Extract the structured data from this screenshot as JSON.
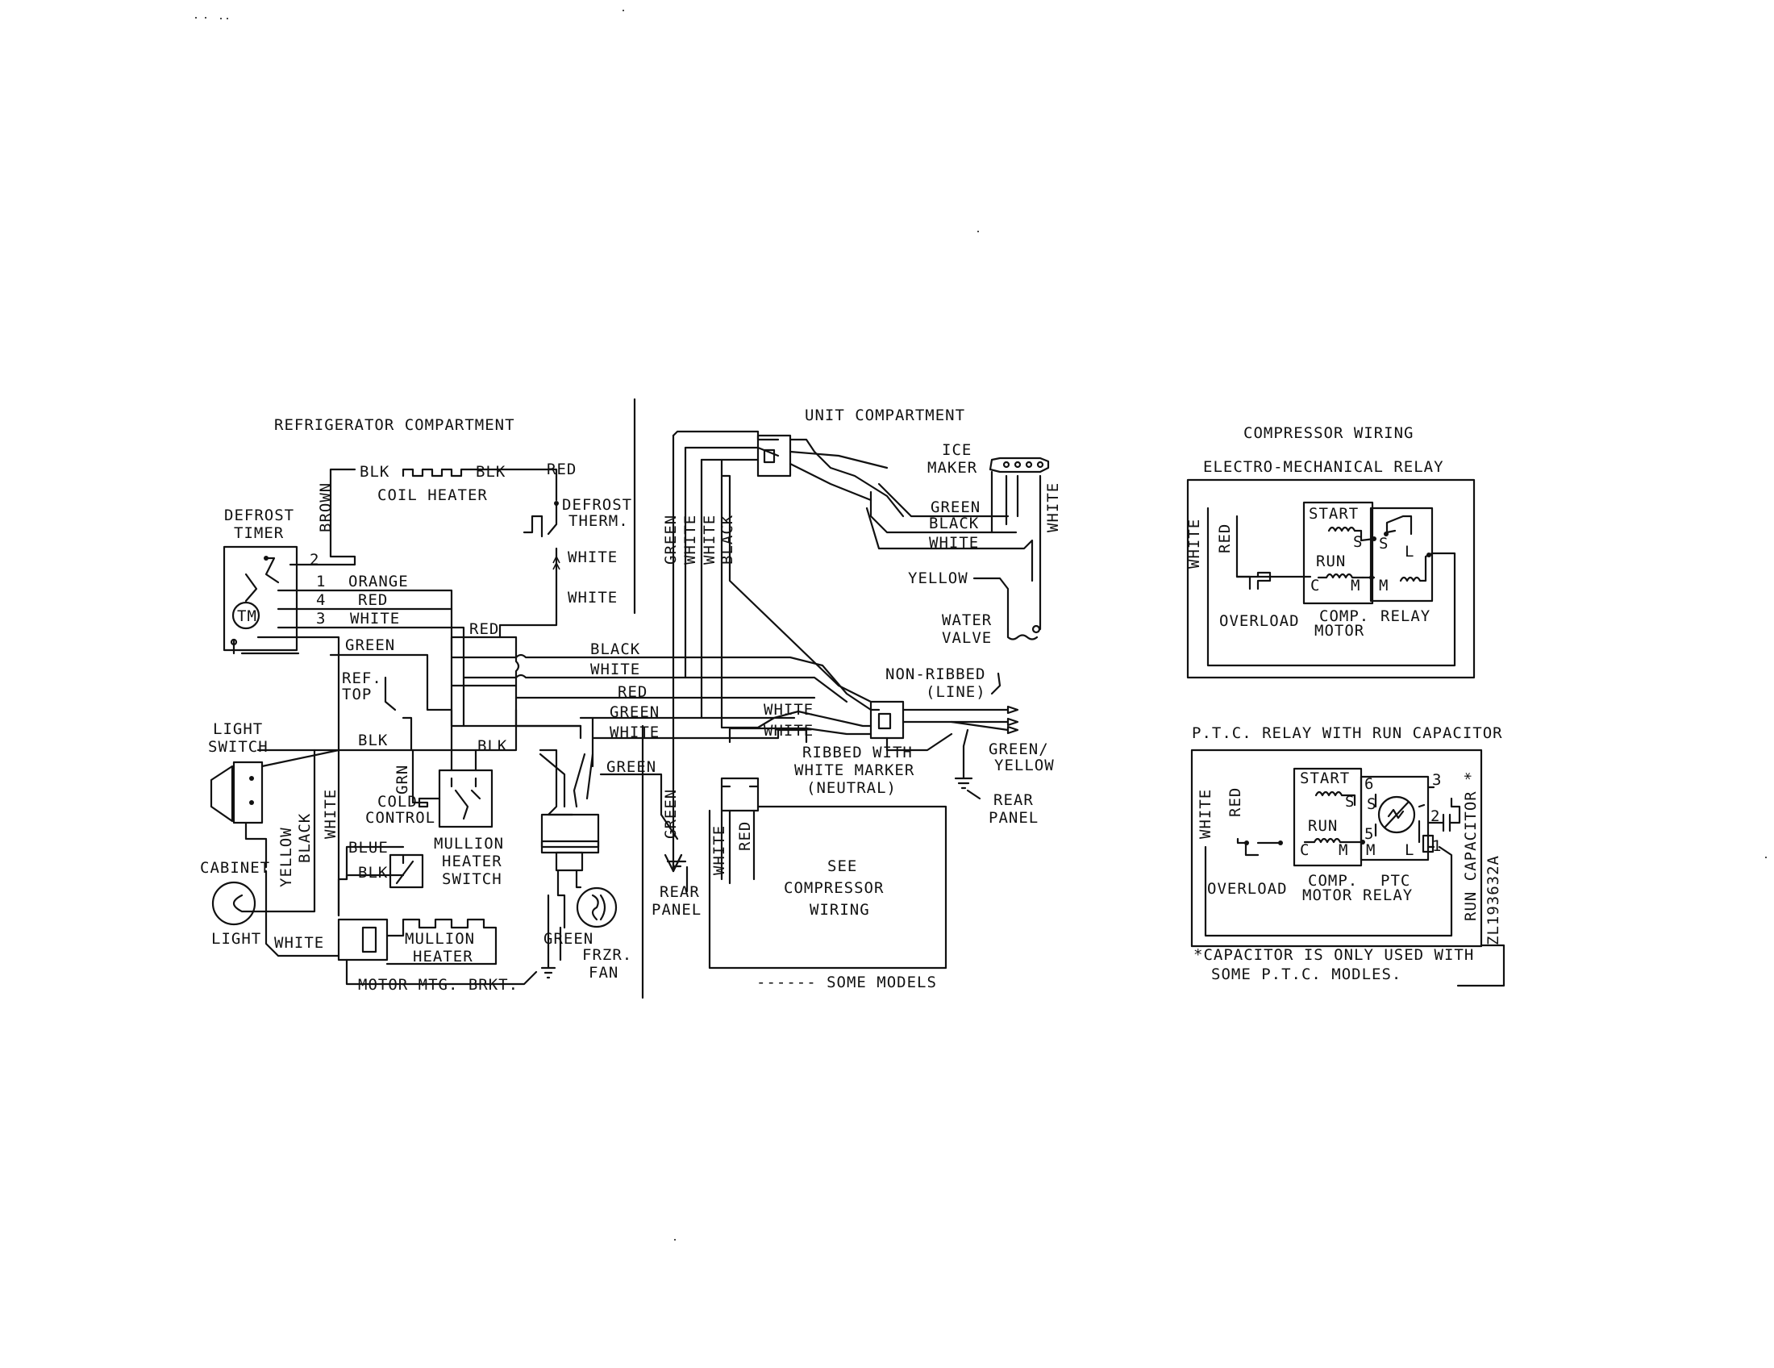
{
  "colors": {
    "ink": "#111111",
    "paper": "#ffffff"
  },
  "refrigerator_compartment": {
    "title": "REFRIGERATOR COMPARTMENT",
    "labels": {
      "brown": "BROWN",
      "blk1": "BLK",
      "blk2": "BLK",
      "red_top": "RED",
      "coil_heater": "COIL HEATER",
      "defrost_therm": "DEFROST\nTHERM.",
      "white1": "WHITE",
      "white2": "WHITE",
      "defrost_timer": "DEFROST\nTIMER",
      "tm": "TM",
      "n1": "1",
      "n2": "2",
      "n3": "3",
      "n4": "4",
      "orange": "ORANGE",
      "red4": "RED",
      "white3": "WHITE",
      "red_mid": "RED",
      "green1": "GREEN",
      "ref_top": "REF.\nTOP",
      "blk3": "BLK",
      "blk4": "BLK",
      "grn": "GRN",
      "cold_control": "COLD\nCONTROL",
      "light_switch": "LIGHT\nSWITCH",
      "black_v": "BLACK",
      "white_v": "WHITE",
      "yellow_v": "YELLOW",
      "blue": "BLUE",
      "blk5": "BLK",
      "mullion_heater_switch": "MULLION\nHEATER\nSWITCH",
      "cabinet": "CABINET",
      "light": "LIGHT",
      "white4": "WHITE",
      "mullion_heater": "MULLION\nHEATER",
      "motor_mtg": "MOTOR MTG. BRKT.",
      "green_fan": "GREEN",
      "frzr_fan": "FRZR.\nFAN",
      "green2": "GREEN"
    }
  },
  "center_bus": {
    "black": "BLACK",
    "white": "WHITE",
    "red": "RED",
    "green": "GREEN",
    "white2": "WHITE",
    "white_r1": "WHITE",
    "white_r2": "WHITE",
    "v_green": "GREEN",
    "v_white1": "WHITE",
    "v_white2": "WHITE",
    "v_black": "BLACK",
    "v_green2": "GREEN",
    "v_white3": "WHITE",
    "v_red": "RED"
  },
  "unit_compartment": {
    "title": "UNIT COMPARTMENT",
    "ice_maker": "ICE\nMAKER",
    "green": "GREEN",
    "black": "BLACK",
    "white": "WHITE",
    "white_v": "WHITE",
    "yellow": "YELLOW",
    "water_valve": "WATER\nVALVE",
    "non_ribbed": "NON-RIBBED\n(LINE)",
    "ribbed": "RIBBED WITH\nWHITE MARKER\n(NEUTRAL)",
    "green_yellow": "GREEN/\nYELLOW",
    "rear_panel": "REAR\nPANEL",
    "rear_panel2": "REAR\nPANEL",
    "see_compressor": "SEE\nCOMPRESSOR\nWIRING",
    "some_models": "------ SOME MODELS"
  },
  "compressor_wiring": {
    "title": "COMPRESSOR WIRING",
    "em_title": "ELECTRO-MECHANICAL RELAY",
    "em": {
      "white": "WHITE",
      "red": "RED",
      "start": "START",
      "s1": "S",
      "s2": "S",
      "run": "RUN",
      "c": "C",
      "m1": "M",
      "m2": "M",
      "l": "L",
      "overload": "OVERLOAD",
      "comp_motor": "COMP.\nMOTOR",
      "relay": "RELAY"
    },
    "ptc_title": "P.T.C. RELAY WITH RUN CAPACITOR",
    "ptc": {
      "white": "WHITE",
      "red": "RED",
      "start": "START",
      "n6": "6",
      "n3": "3",
      "n2": "2",
      "n5": "5",
      "n1": "1",
      "s1": "S",
      "s2": "S",
      "run": "RUN",
      "c": "C",
      "m1": "M",
      "m2": "M",
      "l": "L",
      "overload": "OVERLOAD",
      "comp_motor": "COMP.\nMOTOR",
      "ptc_relay": "PTC\nRELAY",
      "run_capacitor": "RUN CAPACITOR *"
    },
    "code": "ZL193632A",
    "footnote": "*CAPACITOR IS ONLY USED WITH\nSOME P.T.C. MODLES."
  }
}
